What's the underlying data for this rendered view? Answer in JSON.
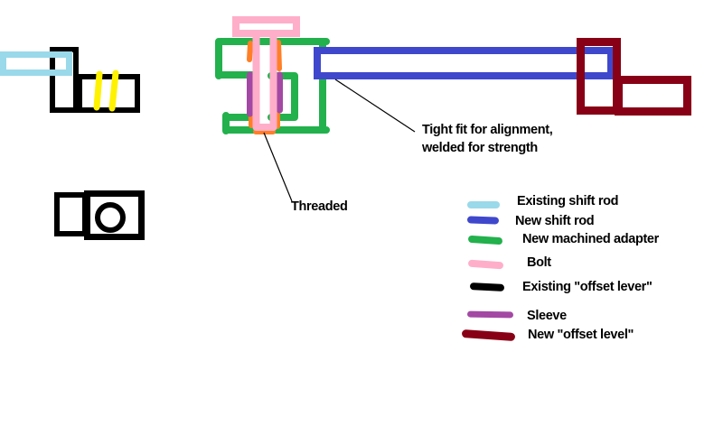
{
  "colors": {
    "existing_shift_rod": "#99D9EA",
    "new_shift_rod": "#3F48CC",
    "adapter": "#22B14C",
    "bolt": "#FFAEC9",
    "offset_lever": "#000000",
    "sleeve": "#A349A4",
    "new_offset_lever": "#880015",
    "threads": "#FF7F27",
    "weld_marks": "#FFF200",
    "leader_line": "#000000",
    "background": "#ffffff"
  },
  "annotations": {
    "tight_fit_line1": "Tight fit for alignment,",
    "tight_fit_line2": "welded for strength",
    "threaded": "Threaded"
  },
  "legend": {
    "items": [
      {
        "label": "Existing shift rod",
        "color": "#99D9EA"
      },
      {
        "label": "New shift rod",
        "color": "#3F48CC"
      },
      {
        "label": "New machined adapter",
        "color": "#22B14C"
      },
      {
        "label": "Bolt",
        "color": "#FFAEC9"
      },
      {
        "label": "Existing \"offset lever\"",
        "color": "#000000"
      },
      {
        "label": "Sleeve",
        "color": "#A349A4"
      },
      {
        "label": "New \"offset level\"",
        "color": "#880015"
      }
    ]
  }
}
